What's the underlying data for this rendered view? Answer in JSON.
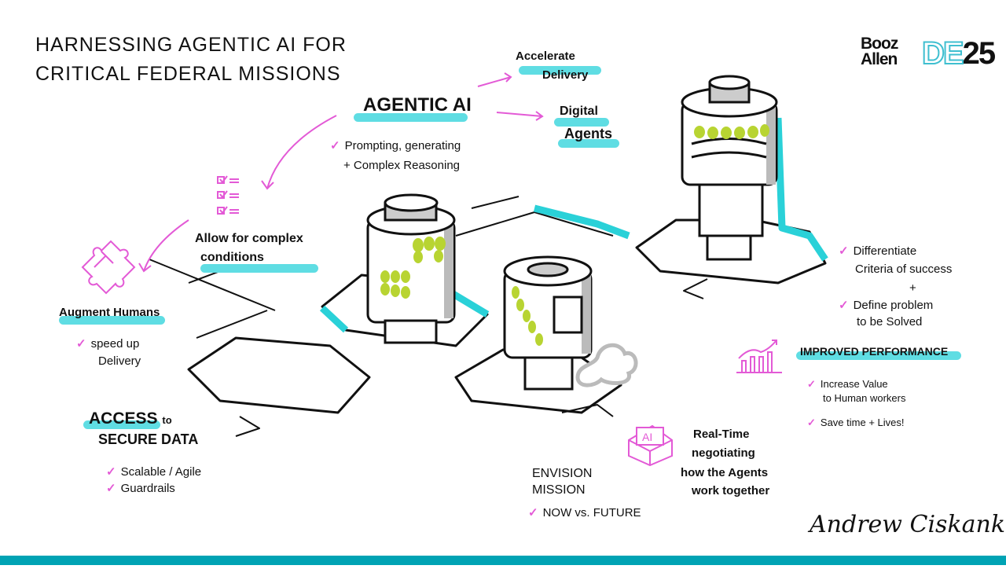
{
  "title": {
    "line1": "HARNESSING AGENTIC AI FOR",
    "line2": "CRITICAL FEDERAL MISSIONS"
  },
  "logo": {
    "booz_line1": "Booz",
    "booz_line2": "Allen",
    "event_de": "DE",
    "event_num": "25"
  },
  "colors": {
    "highlight": "#5fdde3",
    "accent_pink": "#e35ad6",
    "indicator_green": "#b8d432",
    "footer_bar": "#00a3b4"
  },
  "agentic_ai": {
    "heading": "AGENTIC AI",
    "bullet_line1": "Prompting, generating",
    "bullet_line2": "+ Complex Reasoning"
  },
  "accelerate": {
    "line1": "Accelerate",
    "line2": "Delivery"
  },
  "digital_agents": {
    "line1": "Digital",
    "line2": "Agents"
  },
  "complex_conditions": {
    "line1": "Allow for complex",
    "line2": "conditions",
    "icon": "checklist-icon"
  },
  "augment": {
    "heading": "Augment Humans",
    "bullet_line1": "speed up",
    "bullet_line2": "Delivery",
    "icon": "puzzle-icon"
  },
  "access": {
    "heading": "ACCESS",
    "to": "to",
    "line2": "SECURE DATA",
    "bullets": [
      "Scalable / Agile",
      "Guardrails"
    ]
  },
  "envision": {
    "line1": "ENVISION",
    "line2": "MISSION",
    "bullet": "NOW vs. FUTURE"
  },
  "realtime": {
    "icon_label": "AI",
    "icon": "ai-envelope-icon",
    "lines": [
      "Real-Time",
      "negotiating",
      "how the Agents",
      "work together"
    ]
  },
  "criteria": {
    "bullet1_line1": "Differentiate",
    "bullet1_line2": "Criteria of success",
    "plus": "+",
    "bullet2_line1": "Define problem",
    "bullet2_line2": "to be Solved"
  },
  "performance": {
    "heading": "IMPROVED PERFORMANCE",
    "icon": "bar-chart-up-icon",
    "bullet1_line1": "Increase Value",
    "bullet1_line2": "to Human workers",
    "bullet2": "Save time + Lives!"
  },
  "signature": "Andrew Ciskank",
  "check_mark": "✓"
}
